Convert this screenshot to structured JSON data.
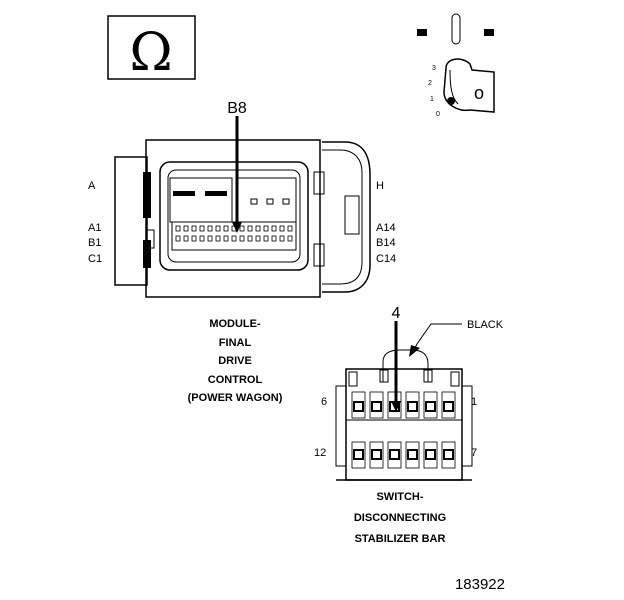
{
  "symbols": {
    "ohm_icon": "ohm-icon",
    "ohm_glyph": "Ω",
    "ignition_icon": "ignition-key-icon",
    "key_positions": [
      "3",
      "2",
      "1",
      "0"
    ]
  },
  "module": {
    "pin_callout": "B8",
    "left_labels": [
      "A",
      "A1",
      "B1",
      "C1"
    ],
    "right_labels": [
      "H",
      "A14",
      "B14",
      "C14"
    ],
    "caption": [
      "MODULE-",
      "FINAL",
      "DRIVE",
      "CONTROL",
      "(POWER WAGON)"
    ]
  },
  "switch": {
    "pin_callout": "4",
    "wire_color": "BLACK",
    "row_labels": [
      "6",
      "1",
      "12",
      "7"
    ],
    "caption": [
      "SWITCH-",
      "DISCONNECTING",
      "STABILIZER BAR"
    ]
  },
  "figure_id": "183922"
}
